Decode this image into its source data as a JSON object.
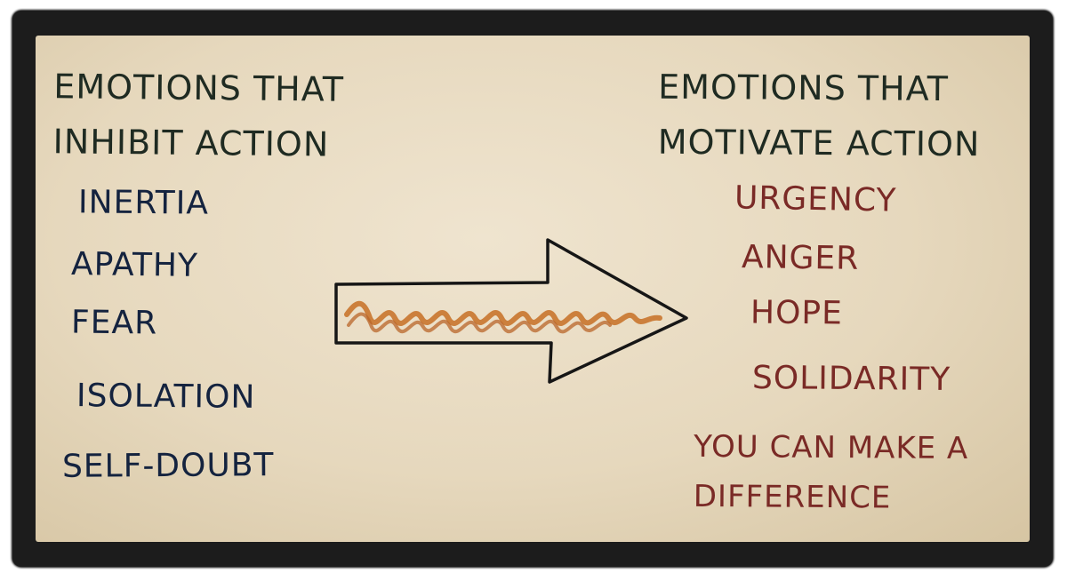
{
  "left_column": {
    "heading": "EMOTIONS THAT\nINHIBIT ACTION",
    "items": [
      "INERTIA",
      "APATHY",
      "FEAR",
      "ISOLATION",
      "SELF-DOUBT"
    ]
  },
  "right_column": {
    "heading": "EMOTIONS THAT\nMOTIVATE ACTION",
    "items": [
      "URGENCY",
      "ANGER",
      "HOPE",
      "SOLIDARITY",
      "YOU CAN MAKE A\nDIFFERENCE"
    ]
  },
  "colors": {
    "heading_ink": "#1f2b22",
    "left_ink": "#14233f",
    "right_ink": "#7a2a26",
    "arrow_fill": "#c9752e",
    "frame": "#1c1c1c",
    "paper": "#e9dcc3"
  },
  "arrow": {
    "icon": "right-arrow-icon"
  }
}
